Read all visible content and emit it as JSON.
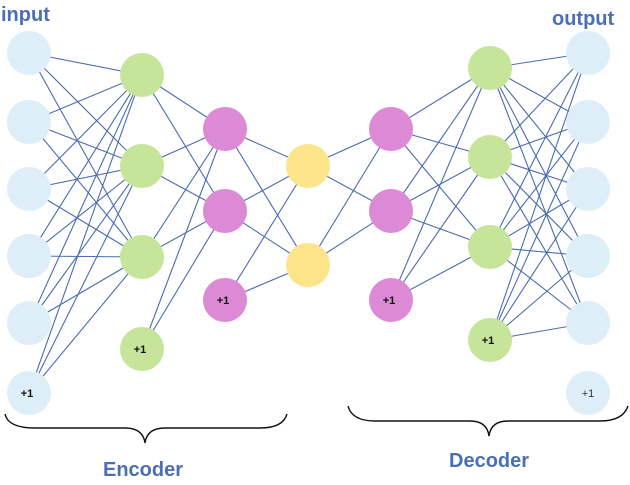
{
  "labels": {
    "input": "input",
    "output": "output",
    "encoder": "Encoder",
    "decoder": "Decoder"
  },
  "colors": {
    "input_node": "#ddeef8",
    "green_node": "#c6e59a",
    "pink_node": "#dd8ad6",
    "yellow_node": "#fbe48a",
    "edge": "#4a6cae",
    "title_text": "#4a6fb5"
  },
  "layers": [
    {
      "name": "input",
      "color": "input_node",
      "node_count": 6,
      "bias_label": "+1",
      "bias_style": "bold"
    },
    {
      "name": "encoder-hidden-1",
      "color": "green_node",
      "node_count": 4,
      "bias_label": "+1",
      "bias_style": "bold"
    },
    {
      "name": "encoder-hidden-2",
      "color": "pink_node",
      "node_count": 3,
      "bias_label": "+1",
      "bias_style": "bold"
    },
    {
      "name": "code",
      "color": "yellow_node",
      "node_count": 2,
      "bias_label": "",
      "bias_style": "bold"
    },
    {
      "name": "decoder-hidden-1",
      "color": "pink_node",
      "node_count": 3,
      "bias_label": "+1",
      "bias_style": "bold"
    },
    {
      "name": "decoder-hidden-2",
      "color": "green_node",
      "node_count": 4,
      "bias_label": "+1",
      "bias_style": "bold"
    },
    {
      "name": "output",
      "color": "input_node",
      "node_count": 6,
      "bias_label": "+1",
      "bias_style": "light"
    }
  ]
}
